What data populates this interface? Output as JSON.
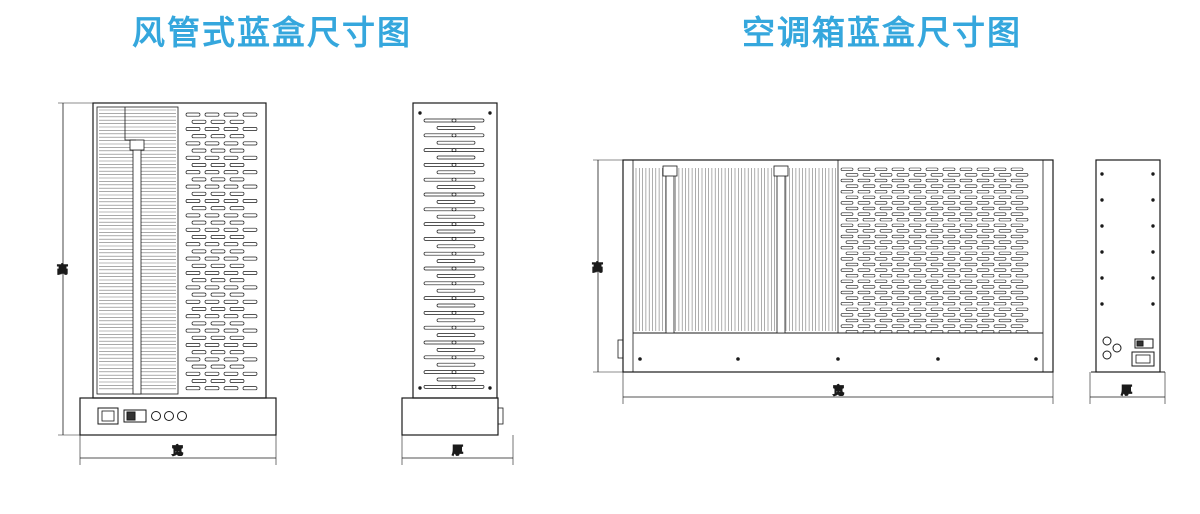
{
  "titles": {
    "left": "风管式蓝盒尺寸图",
    "right": "空调箱蓝盒尺寸图"
  },
  "dimension_labels": {
    "height": "高",
    "width": "宽",
    "depth": "厚"
  },
  "colors": {
    "title": "#35a7dd",
    "line": "#1a1a1a",
    "fin": "#777777"
  }
}
